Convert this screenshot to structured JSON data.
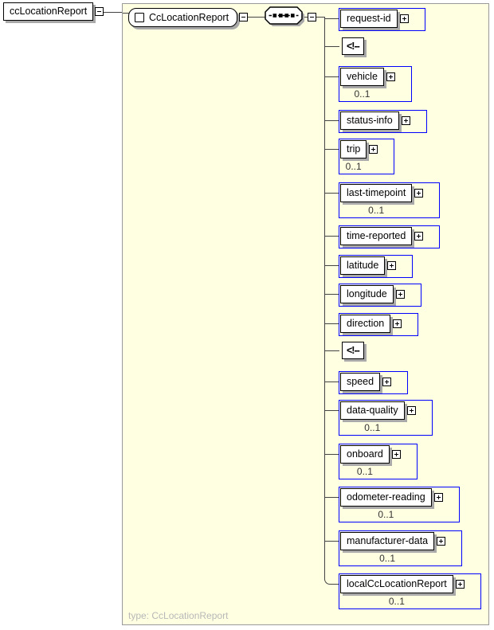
{
  "diagram": {
    "root_element": {
      "label": "ccLocationReport"
    },
    "complex_type": {
      "label": "CcLocationReport"
    },
    "compositor": {
      "type": "sequence"
    },
    "type_caption": "type: CcLocationReport",
    "children": [
      {
        "kind": "element",
        "label": "request-id"
      },
      {
        "kind": "comment",
        "label": "<!--"
      },
      {
        "kind": "element",
        "label": "vehicle",
        "cardinality": "0..1"
      },
      {
        "kind": "element",
        "label": "status-info"
      },
      {
        "kind": "element",
        "label": "trip",
        "cardinality": "0..1"
      },
      {
        "kind": "element",
        "label": "last-timepoint",
        "cardinality": "0..1"
      },
      {
        "kind": "element",
        "label": "time-reported"
      },
      {
        "kind": "element",
        "label": "latitude"
      },
      {
        "kind": "element",
        "label": "longitude"
      },
      {
        "kind": "element",
        "label": "direction"
      },
      {
        "kind": "comment",
        "label": "<!--"
      },
      {
        "kind": "element",
        "label": "speed"
      },
      {
        "kind": "element",
        "label": "data-quality",
        "cardinality": "0..1"
      },
      {
        "kind": "element",
        "label": "onboard",
        "cardinality": "0..1"
      },
      {
        "kind": "element",
        "label": "odometer-reading",
        "cardinality": "0..1"
      },
      {
        "kind": "element",
        "label": "manufacturer-data",
        "cardinality": "0..1"
      },
      {
        "kind": "element",
        "label": "localCcLocationReport",
        "cardinality": "0..1"
      }
    ],
    "colors": {
      "canvas_bg": "#ffffe2",
      "frame_border": "#9a9a9a",
      "occurrence_border": "#0000ff",
      "shadow": "#a9a9a9",
      "connector_line": "#444444",
      "caption_text": "#b8b8b8"
    }
  }
}
